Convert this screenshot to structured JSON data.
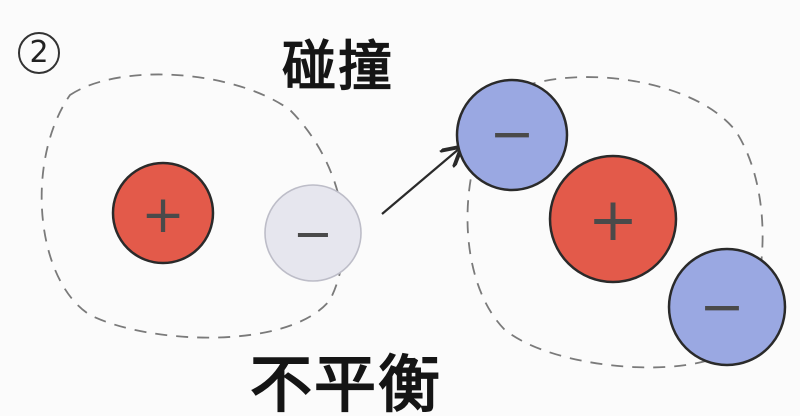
{
  "diagram": {
    "step_number": "2",
    "title_top": "碰撞",
    "title_bottom": "不平衡",
    "colors": {
      "proton_red": "#e35a4a",
      "electron_blue": "#9aa8e2",
      "electron_pale": "#e6e6ee",
      "outline": "#2a2a2a",
      "shell_dash": "#777777"
    },
    "left_atom": {
      "nucleus_sign": "+",
      "electron_sign": "−"
    },
    "right_atom": {
      "incoming_electron_sign": "−",
      "nucleus_sign": "+",
      "electron_sign": "−"
    }
  }
}
